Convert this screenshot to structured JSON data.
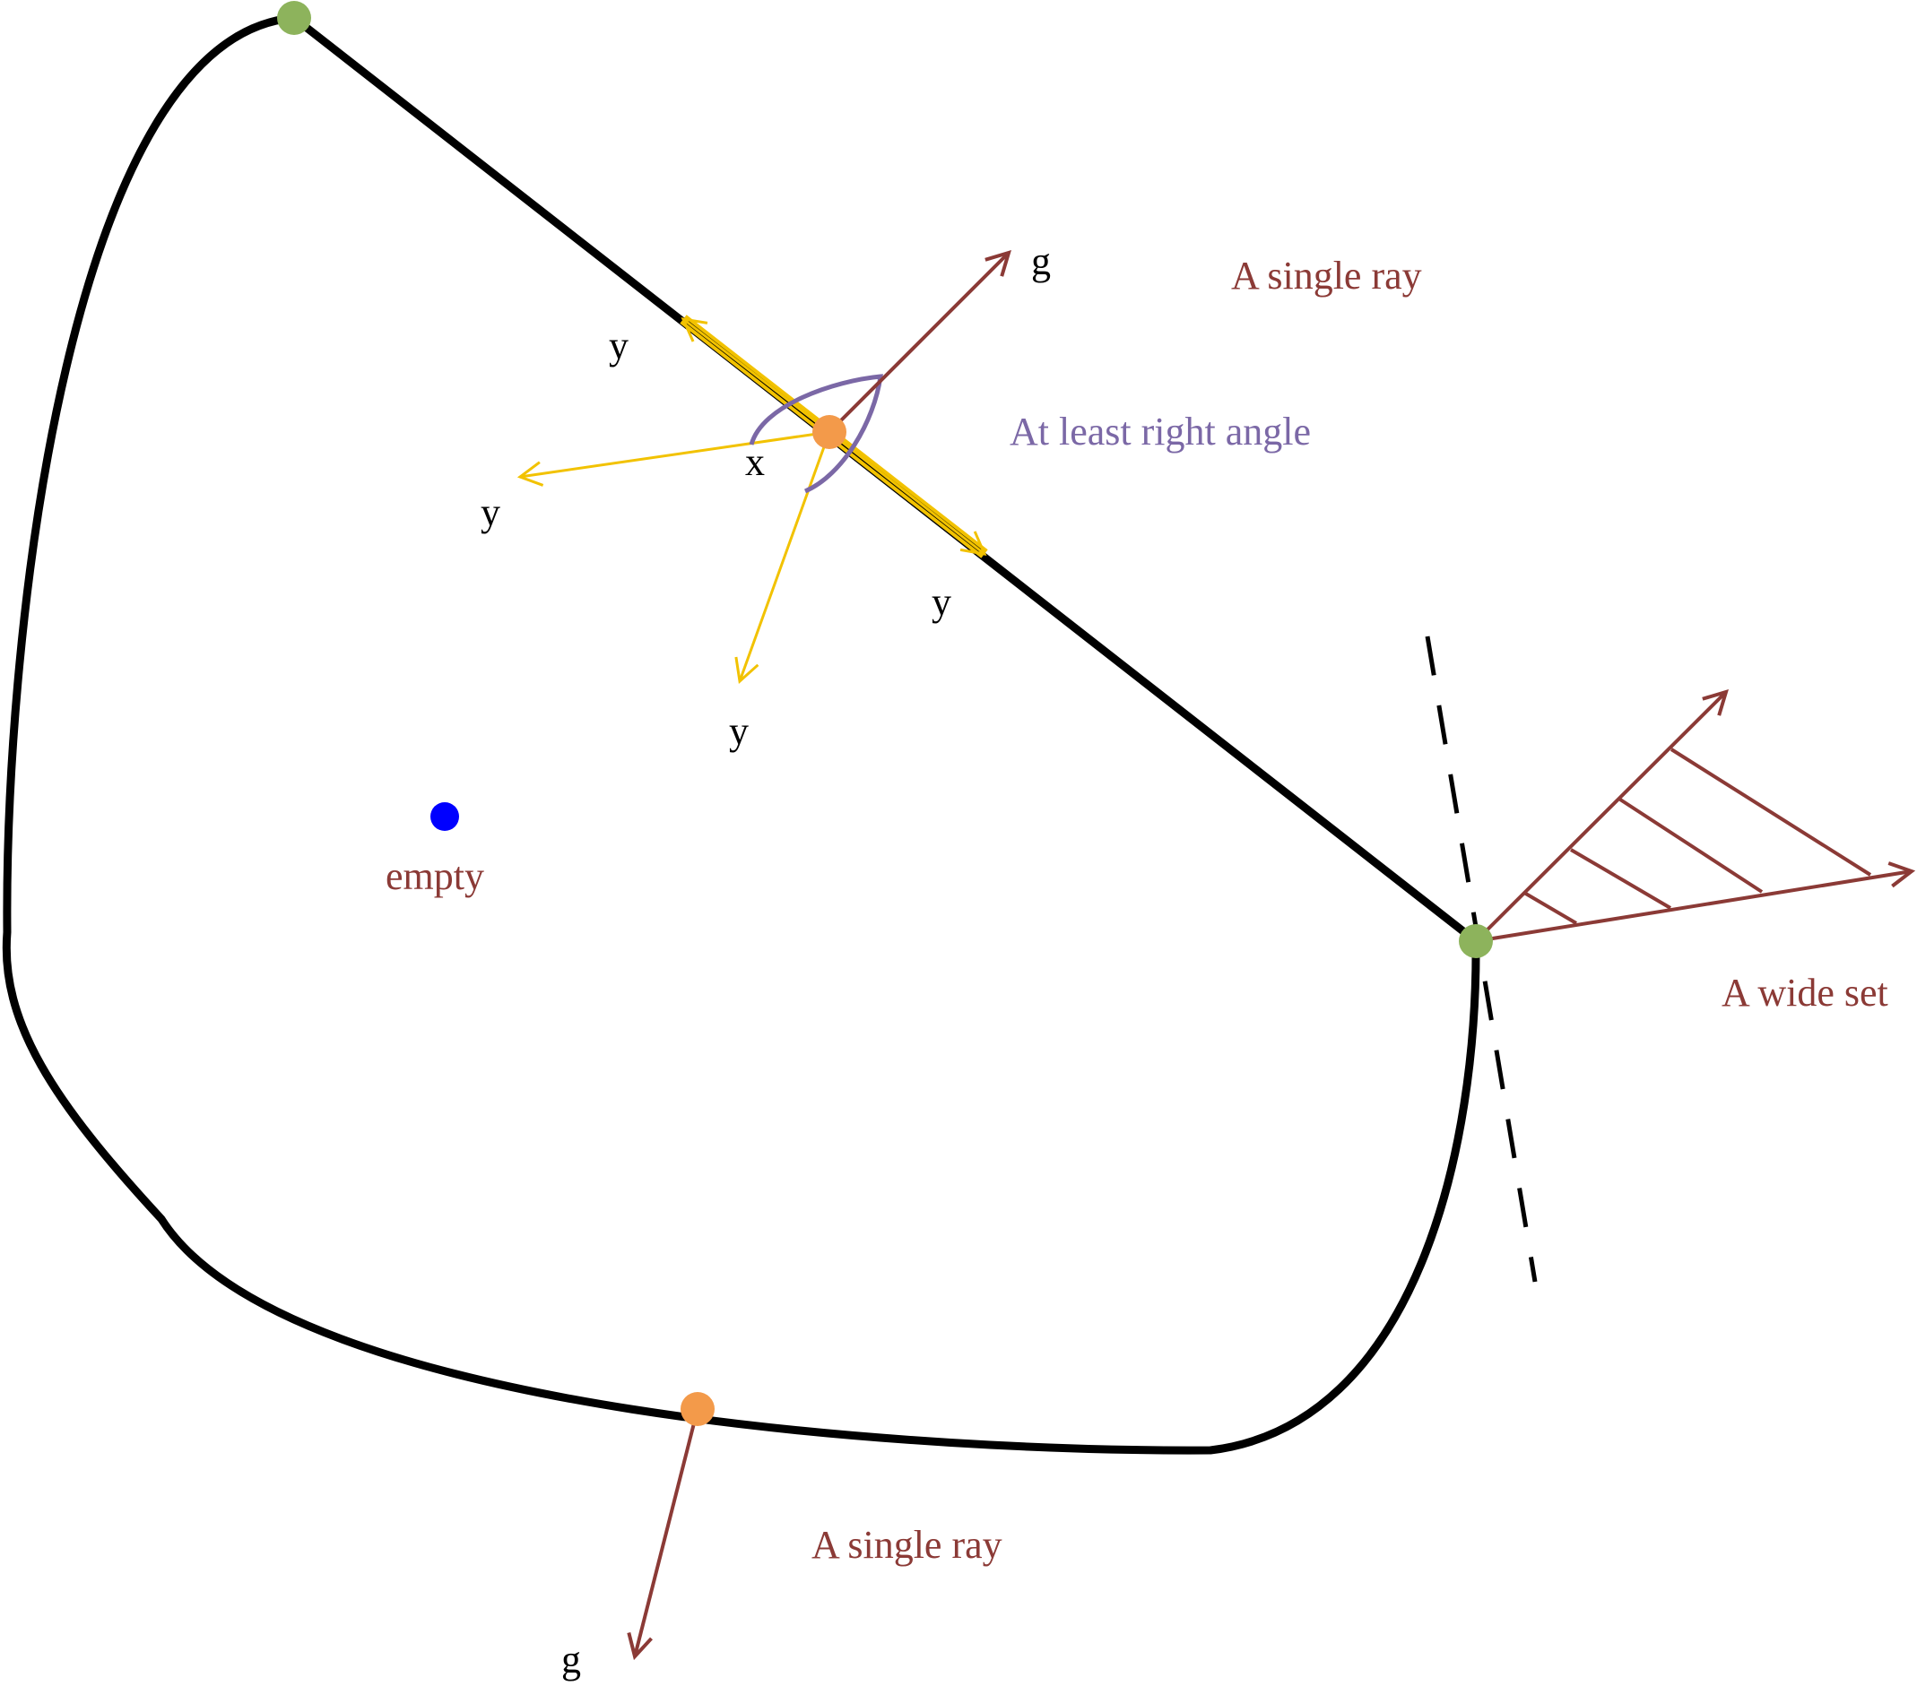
{
  "labels": {
    "single_ray_top": "A single ray",
    "single_ray_bottom": "A single ray",
    "right_angle": "At least right angle",
    "wide_set": "A wide set",
    "empty": "empty",
    "x": "x",
    "g_top": "g",
    "g_bottom": "g",
    "y_upper": "y",
    "y_left": "y",
    "y_right": "y",
    "y_lower": "y"
  },
  "colors": {
    "boundary": "#000000",
    "ray": "#8B3A36",
    "normal_vectors": "#F2C200",
    "angle_arc": "#7B68A6",
    "vertex_point": "#8DB35C",
    "boundary_point": "#F39A4A",
    "interior_point": "#0000FF",
    "text_dark": "#000000"
  }
}
